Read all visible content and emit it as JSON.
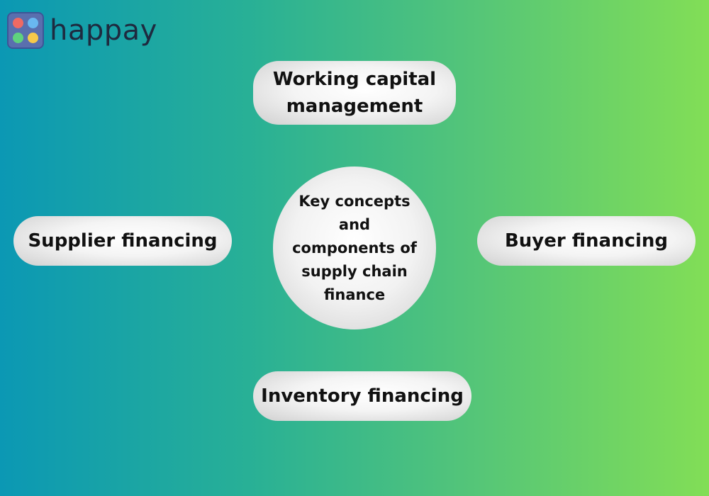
{
  "brand": {
    "name": "happay",
    "logo_icon": "four-dot-logo-icon",
    "colors": {
      "mark_bg": "#5a6fae",
      "dot_red": "#f06a63",
      "dot_blue": "#69b8f0",
      "dot_green": "#5fd27e",
      "dot_yellow": "#f6c94a",
      "text": "#1e2a3f"
    }
  },
  "diagram": {
    "center": {
      "lines": [
        "Key concepts",
        "and",
        "components of",
        "supply chain",
        "finance"
      ]
    },
    "top": {
      "lines": [
        "Working capital",
        "management"
      ]
    },
    "left": {
      "lines": [
        "Supplier financing"
      ]
    },
    "right": {
      "lines": [
        "Buyer financing"
      ]
    },
    "bottom": {
      "lines": [
        "Inventory financing"
      ]
    }
  },
  "colors": {
    "background_start": "#0b98b4",
    "background_end": "#82de56",
    "node_fill": "#f4f4f4",
    "node_text": "#111111"
  }
}
